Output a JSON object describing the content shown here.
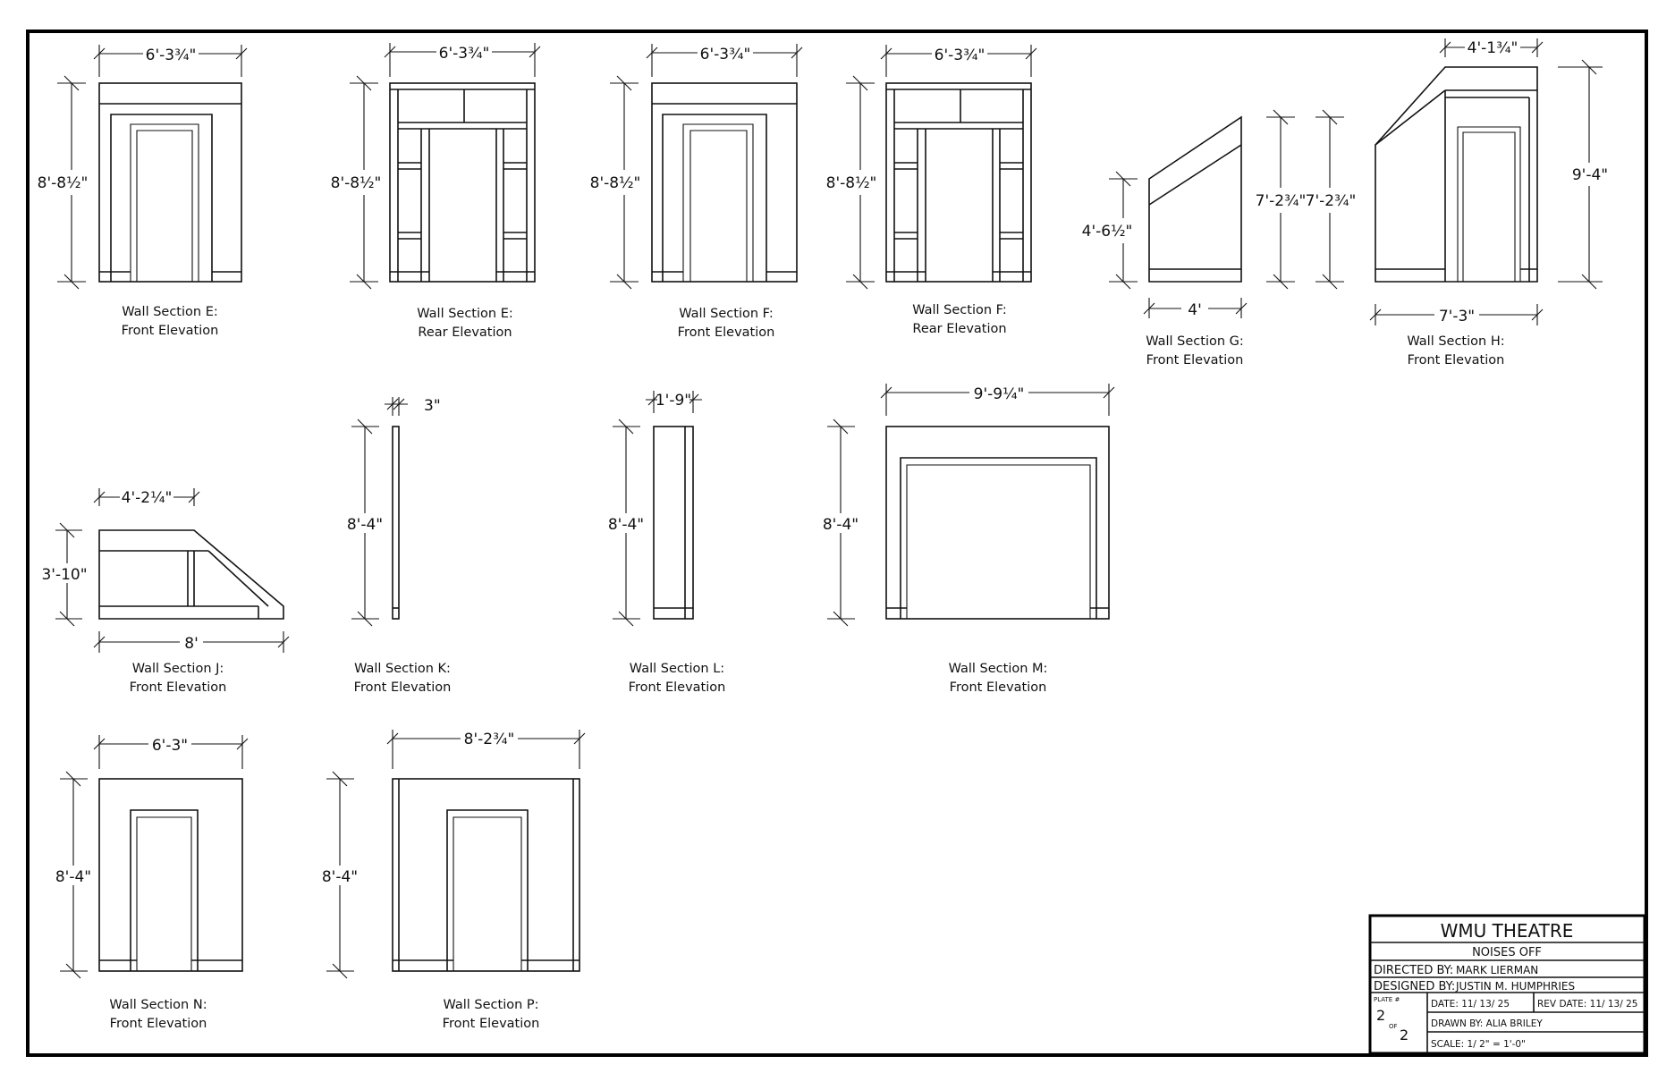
{
  "drawings": {
    "E_front": {
      "dim_w": "6'-3¾\"",
      "dim_h": "8'-8½\"",
      "title": "Wall Section E:",
      "view": "Front Elevation"
    },
    "E_rear": {
      "dim_w": "6'-3¾\"",
      "dim_h": "8'-8½\"",
      "title": "Wall Section E:",
      "view": "Rear Elevation"
    },
    "F_front": {
      "dim_w": "6'-3¾\"",
      "dim_h": "8'-8½\"",
      "title": "Wall Section F:",
      "view": "Front Elevation"
    },
    "F_rear": {
      "dim_w": "6'-3¾\"",
      "dim_h": "8'-8½\"",
      "title": "Wall Section F:",
      "view": "Rear Elevation"
    },
    "G_front": {
      "dim_w": "4'",
      "dim_h_left": "4'-6½\"",
      "dim_h_right": "7'-2¾\"",
      "title": "Wall Section G:",
      "view": "Front Elevation"
    },
    "H_front": {
      "dim_top": "4'-1¾\"",
      "dim_w": "7'-3\"",
      "dim_h_left": "7'-2¾\"",
      "dim_h_right": "9'-4\"",
      "title": "Wall Section H:",
      "view": "Front Elevation"
    },
    "J_front": {
      "dim_top": "4'-2¼\"",
      "dim_w": "8'",
      "dim_h": "3'-10\"",
      "title": "Wall Section J:",
      "view": "Front Elevation"
    },
    "K_front": {
      "dim_w": "3\"",
      "dim_h": "8'-4\"",
      "title": "Wall Section K:",
      "view": "Front Elevation"
    },
    "L_front": {
      "dim_w": "1'-9\"",
      "dim_h": "8'-4\"",
      "title": "Wall Section L:",
      "view": "Front Elevation"
    },
    "M_front": {
      "dim_w": "9'-9¼\"",
      "dim_h": "8'-4\"",
      "title": "Wall Section M:",
      "view": "Front Elevation"
    },
    "N_front": {
      "dim_w": "6'-3\"",
      "dim_h": "8'-4\"",
      "title": "Wall Section N:",
      "view": "Front Elevation"
    },
    "P_front": {
      "dim_w": "8'-2¾\"",
      "dim_h": "8'-4\"",
      "title": "Wall Section P:",
      "view": "Front Elevation"
    }
  },
  "title_block": {
    "org": "WMU THEATRE",
    "show": "NOISES OFF",
    "directed_label": "DIRECTED BY:",
    "directed_value": "MARK LIERMAN",
    "designed_label": "DESIGNED BY:",
    "designed_value": "JUSTIN M. HUMPHRIES",
    "plate_label": "PLATE #",
    "plate_num": "2",
    "plate_of": "OF",
    "plate_total": "2",
    "date": "DATE: 11/ 13/ 25",
    "rev_date": "REV DATE: 11/ 13/ 25",
    "drawn_by": "DRAWN BY:   ALIA BRILEY",
    "scale": "SCALE: 1/ 2\" = 1'-0\""
  }
}
